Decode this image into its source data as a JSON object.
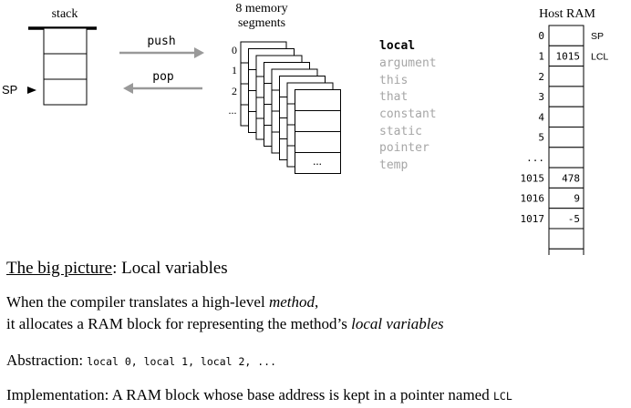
{
  "stack": {
    "title": "stack",
    "sp_label": "SP"
  },
  "arrows": {
    "push": "push",
    "pop": "pop"
  },
  "segments": {
    "title_line1": "8 memory",
    "title_line2": "segments",
    "index_labels": [
      "0",
      "1",
      "2",
      "..."
    ],
    "ellipsis": "...",
    "names": [
      "local",
      "argument",
      "this",
      "that",
      "constant",
      "static",
      "pointer",
      "temp"
    ],
    "highlighted": "local",
    "highlight_color": "#000000",
    "dim_color": "#a6a6a6"
  },
  "ram": {
    "title": "Host RAM",
    "rows": [
      {
        "addr": "0",
        "value": "",
        "label": "SP"
      },
      {
        "addr": "1",
        "value": "1015",
        "label": "LCL"
      },
      {
        "addr": "2",
        "value": "",
        "label": ""
      },
      {
        "addr": "3",
        "value": "",
        "label": ""
      },
      {
        "addr": "4",
        "value": "",
        "label": ""
      },
      {
        "addr": "5",
        "value": "",
        "label": ""
      },
      {
        "addr": "...",
        "value": "",
        "label": ""
      },
      {
        "addr": "1015",
        "value": "478",
        "label": ""
      },
      {
        "addr": "1016",
        "value": "9",
        "label": ""
      },
      {
        "addr": "1017",
        "value": "-5",
        "label": ""
      },
      {
        "addr": "",
        "value": "",
        "label": ""
      },
      {
        "addr": "...",
        "value": "",
        "label": ""
      }
    ]
  },
  "text": {
    "heading_underlined": "The big picture",
    "heading_rest": ": Local variables",
    "para1_a": "When the compiler translates a high-level ",
    "para1_em": "method",
    "para1_b": ",",
    "para1_line2_a": "it allocates a RAM block for representing the method’s ",
    "para1_line2_em": "local variables",
    "abstraction_label": "Abstraction: ",
    "abstraction_code": "local 0, local 1, local 2, ...",
    "implementation_label": "Implementation: A RAM block whose base address is kept in a pointer named ",
    "implementation_code": "LCL"
  }
}
